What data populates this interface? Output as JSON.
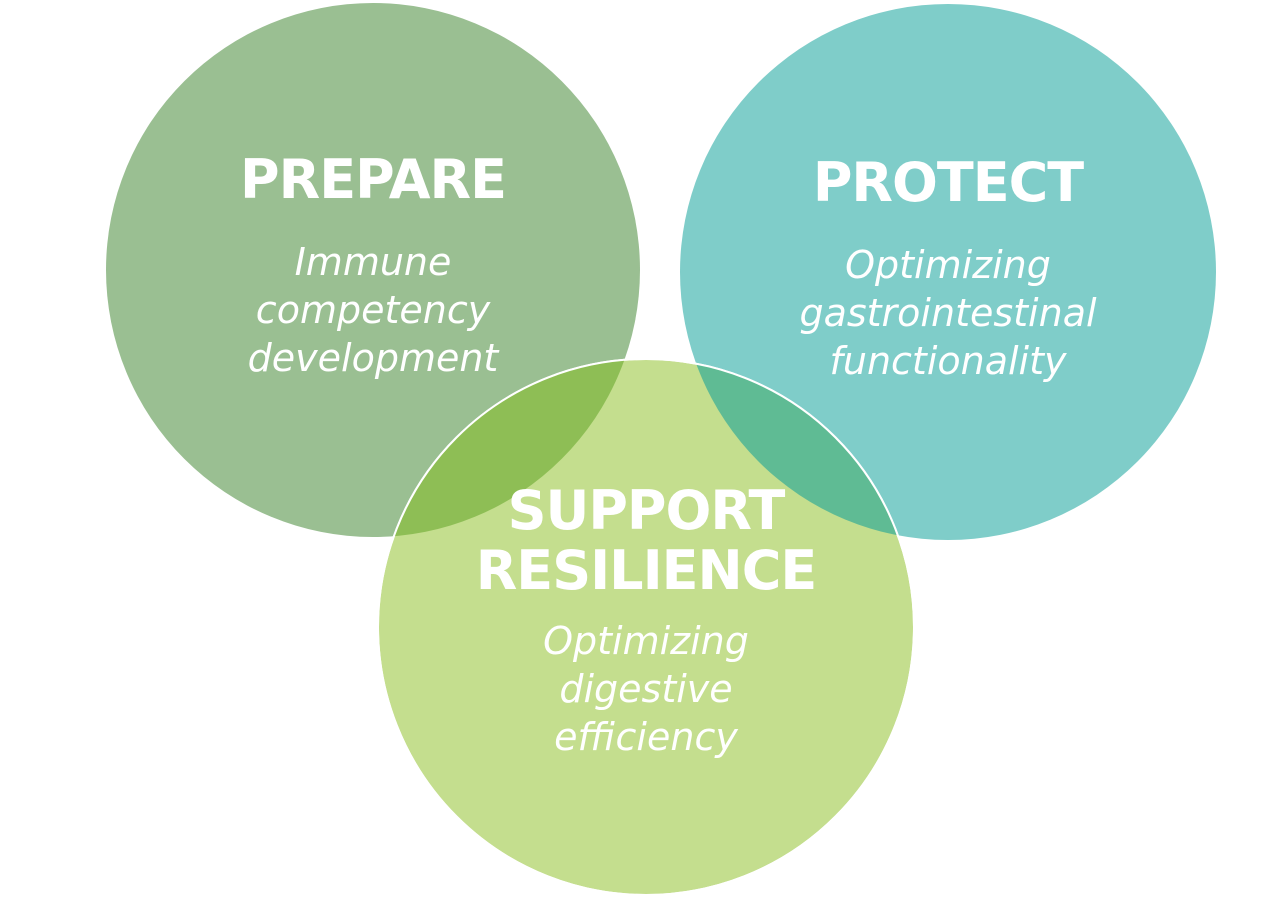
{
  "circles": [
    {
      "id": "prepare",
      "title": "PREPARE",
      "subtitle_lines": [
        "Immune",
        "competency",
        "development"
      ],
      "color": "#9abf92"
    },
    {
      "id": "protect",
      "title": "PROTECT",
      "subtitle_lines": [
        "Optimizing",
        "gastrointestinal",
        "functionality"
      ],
      "color": "#7fcdc9"
    },
    {
      "id": "support",
      "title_lines": [
        "SUPPORT",
        "RESILIENCE"
      ],
      "subtitle_lines": [
        "Optimizing",
        "digestive",
        "efficiency"
      ],
      "color": "#c4de8e"
    }
  ],
  "overlap_colors": {
    "prepare_support": "#8ebe55",
    "protect_support": "#5fbb94"
  }
}
